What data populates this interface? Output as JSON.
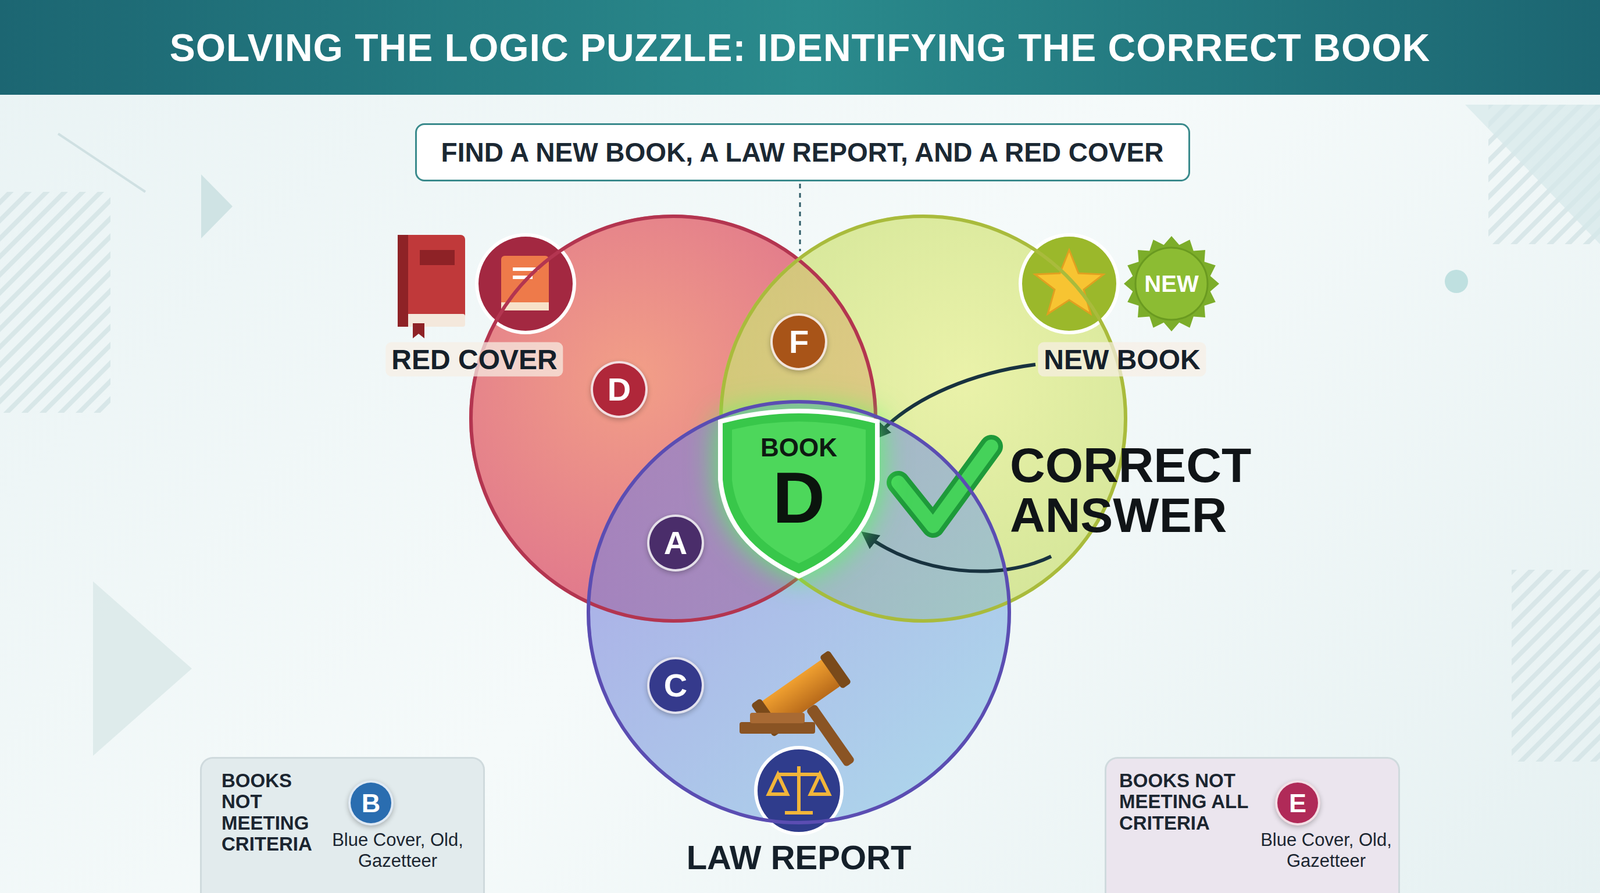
{
  "diagram": {
    "title": "SOLVING THE LOGIC PUZZLE: IDENTIFYING THE CORRECT BOOK",
    "nodes": [
      {
        "text": [
          "FIND A NEW BOOK, A LAW REPORT, AND A RED COVER"
        ]
      },
      {
        "text": [
          "RED COVER"
        ]
      },
      {
        "text": [
          "NEW BOOK"
        ]
      },
      {
        "text": [
          "D"
        ],
        "in": 1
      },
      {
        "text": [
          "F"
        ]
      },
      {
        "text": [
          "BOOK",
          "D"
        ]
      },
      {
        "text": [
          "A"
        ]
      },
      {
        "text": [
          "LAW REPORT"
        ]
      },
      {
        "text": [
          "C"
        ],
        "in": 7
      },
      {
        "text": [
          "BOOKS NOT MEETING CRITERIA",
          "Blue Cover, Old, Gazetteer"
        ]
      },
      {
        "text": [
          "B"
        ],
        "in": 9
      },
      {
        "text": [
          "BOOKS NOT MEETING ALL CRITERIA",
          "Blue Cover, Old, Gazetteer"
        ]
      },
      {
        "text": [
          "E"
        ],
        "in": 11
      }
    ],
    "labels": [
      "NEW",
      "CORRECT ANSWER"
    ]
  }
}
